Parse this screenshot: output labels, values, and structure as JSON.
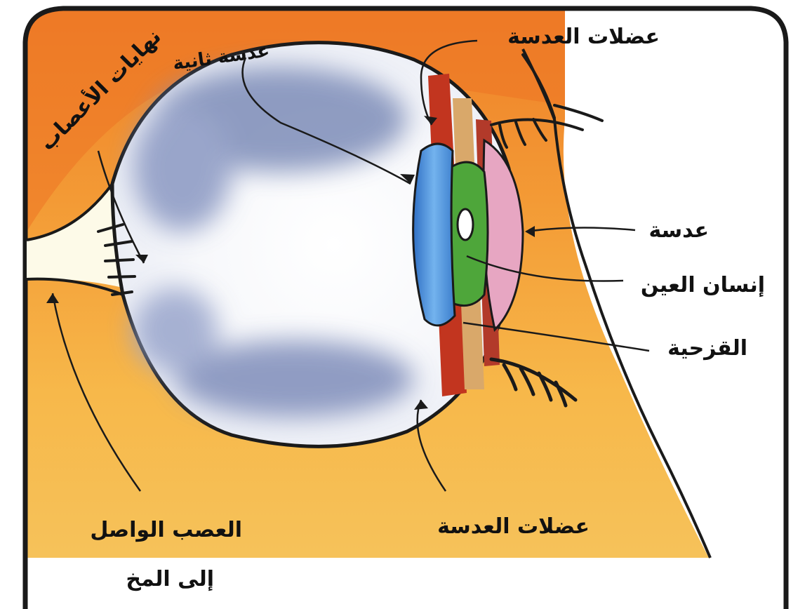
{
  "labels": {
    "lens_muscles_top": "عضلات العدسة",
    "secondary_lens": "عدسة ثانية",
    "nerve_endings": "نهايات الأعصاب",
    "lens": "عدسة",
    "pupil": "إنسان العين",
    "iris": "القزحية",
    "lens_muscles_bottom": "عضلات العدسة",
    "optic_nerve_line1": "العصب الواصل",
    "optic_nerve_line2": "إلى المخ"
  },
  "colors": {
    "frame": "#1a1a1a",
    "tissue_orange": "#f08a2a",
    "tissue_yellow": "#f6b84a",
    "eyeball_shade": "#8d9ac0",
    "cornea_blue": "#4f8fd8",
    "iris_green": "#4ea63a",
    "lens_pink": "#e7a6c2",
    "muscle_red": "#c2351f"
  }
}
